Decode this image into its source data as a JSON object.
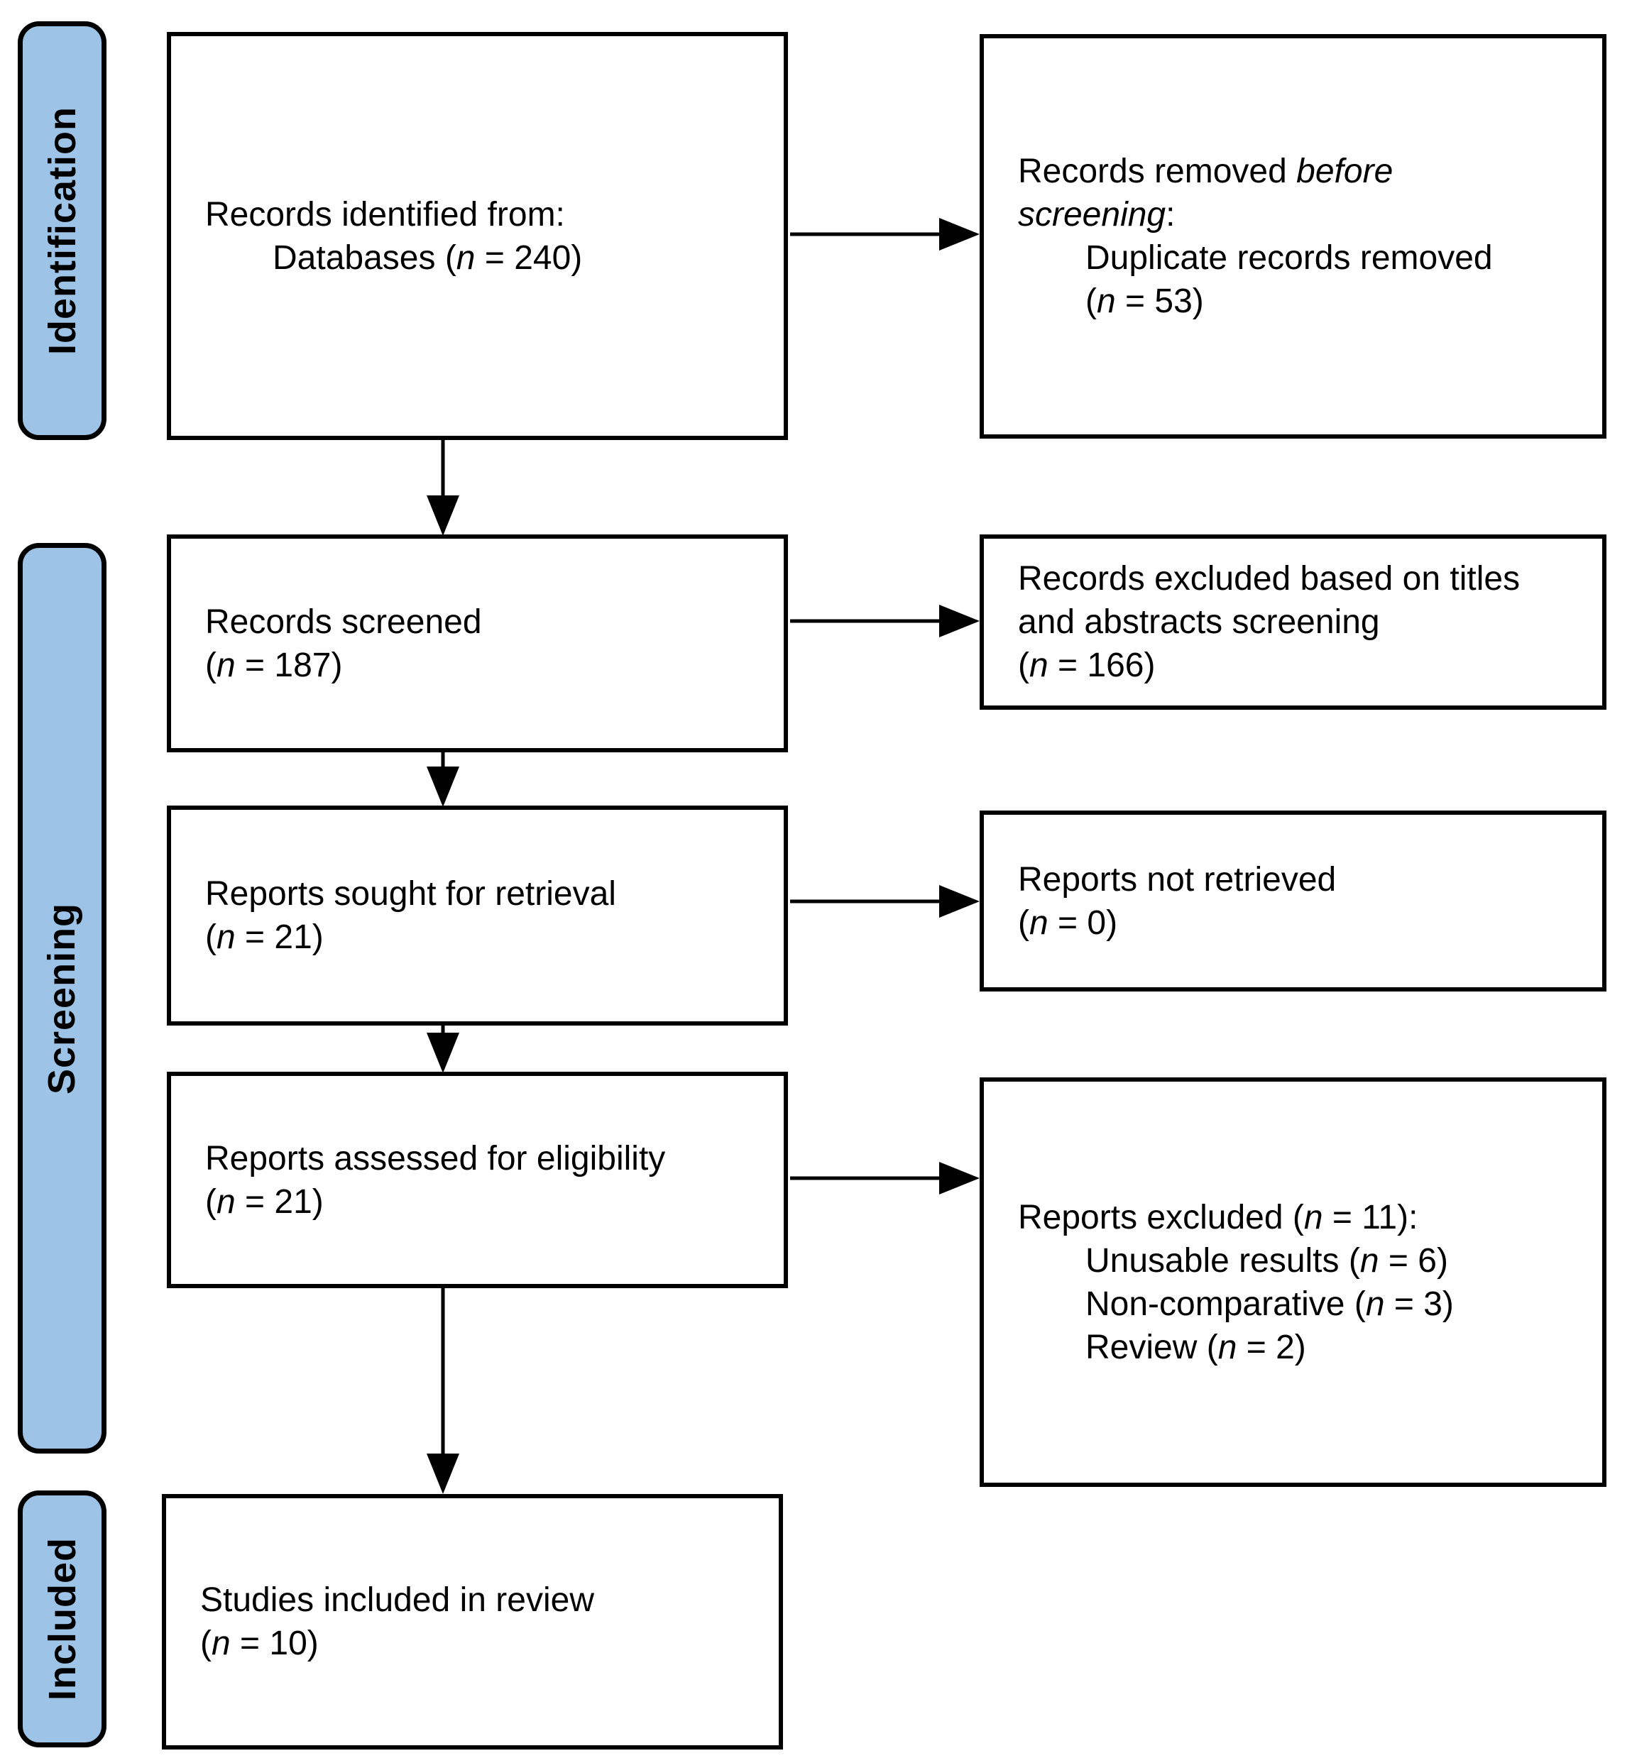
{
  "diagram": {
    "type": "prisma-flow",
    "colors": {
      "stage_fill": "#9DC3E6",
      "stage_border": "#000000",
      "box_border": "#000000",
      "box_fill": "#FFFFFF",
      "arrow": "#000000",
      "text": "#000000",
      "background": "#FFFFFF"
    },
    "stages": [
      {
        "id": "identification",
        "label": "Identification"
      },
      {
        "id": "screening",
        "label": "Screening"
      },
      {
        "id": "included",
        "label": "Included"
      }
    ],
    "boxes": {
      "records_identified": {
        "n": 240,
        "lines": [
          {
            "indent": 0,
            "segments": [
              {
                "text": "Records identified from:"
              }
            ]
          },
          {
            "indent": 1,
            "segments": [
              {
                "text": "Databases ("
              },
              {
                "text": "n",
                "italic": true
              },
              {
                "text": " = 240)"
              }
            ]
          }
        ]
      },
      "records_removed_before_screening": {
        "n": 53,
        "lines": [
          {
            "indent": 0,
            "segments": [
              {
                "text": "Records removed "
              },
              {
                "text": "before",
                "italic": true
              }
            ]
          },
          {
            "indent": 0,
            "segments": [
              {
                "text": "screening",
                "italic": true
              },
              {
                "text": ":"
              }
            ]
          },
          {
            "indent": 1,
            "segments": [
              {
                "text": "Duplicate records removed"
              }
            ]
          },
          {
            "indent": 1,
            "segments": [
              {
                "text": "("
              },
              {
                "text": "n",
                "italic": true
              },
              {
                "text": " = 53)"
              }
            ]
          }
        ]
      },
      "records_screened": {
        "n": 187,
        "lines": [
          {
            "indent": 0,
            "segments": [
              {
                "text": "Records screened"
              }
            ]
          },
          {
            "indent": 0,
            "segments": [
              {
                "text": "("
              },
              {
                "text": "n",
                "italic": true
              },
              {
                "text": " = 187)"
              }
            ]
          }
        ]
      },
      "records_excluded": {
        "n": 166,
        "lines": [
          {
            "indent": 0,
            "segments": [
              {
                "text": "Records excluded based on titles"
              }
            ]
          },
          {
            "indent": 0,
            "segments": [
              {
                "text": "and abstracts screening"
              }
            ]
          },
          {
            "indent": 0,
            "segments": [
              {
                "text": "("
              },
              {
                "text": "n",
                "italic": true
              },
              {
                "text": " = 166)"
              }
            ]
          }
        ]
      },
      "reports_sought": {
        "n": 21,
        "lines": [
          {
            "indent": 0,
            "segments": [
              {
                "text": "Reports sought for retrieval"
              }
            ]
          },
          {
            "indent": 0,
            "segments": [
              {
                "text": "("
              },
              {
                "text": "n",
                "italic": true
              },
              {
                "text": " = 21)"
              }
            ]
          }
        ]
      },
      "reports_not_retrieved": {
        "n": 0,
        "lines": [
          {
            "indent": 0,
            "segments": [
              {
                "text": "Reports not retrieved"
              }
            ]
          },
          {
            "indent": 0,
            "segments": [
              {
                "text": "("
              },
              {
                "text": "n",
                "italic": true
              },
              {
                "text": " = 0)"
              }
            ]
          }
        ]
      },
      "reports_assessed": {
        "n": 21,
        "lines": [
          {
            "indent": 0,
            "segments": [
              {
                "text": "Reports assessed for eligibility"
              }
            ]
          },
          {
            "indent": 0,
            "segments": [
              {
                "text": "("
              },
              {
                "text": "n",
                "italic": true
              },
              {
                "text": " = 21)"
              }
            ]
          }
        ]
      },
      "reports_excluded": {
        "n": 11,
        "lines": [
          {
            "indent": 0,
            "segments": [
              {
                "text": "Reports excluded ("
              },
              {
                "text": "n",
                "italic": true
              },
              {
                "text": " = 11):"
              }
            ]
          },
          {
            "indent": 1,
            "segments": [
              {
                "text": "Unusable results ("
              },
              {
                "text": "n",
                "italic": true
              },
              {
                "text": " = 6)"
              }
            ]
          },
          {
            "indent": 1,
            "segments": [
              {
                "text": "Non-comparative ("
              },
              {
                "text": "n",
                "italic": true
              },
              {
                "text": " = 3)"
              }
            ]
          },
          {
            "indent": 1,
            "segments": [
              {
                "text": "Review ("
              },
              {
                "text": "n",
                "italic": true
              },
              {
                "text": " = 2)"
              }
            ]
          }
        ]
      },
      "studies_included": {
        "n": 10,
        "lines": [
          {
            "indent": 0,
            "segments": [
              {
                "text": "Studies included in review"
              }
            ]
          },
          {
            "indent": 0,
            "segments": [
              {
                "text": "("
              },
              {
                "text": "n",
                "italic": true
              },
              {
                "text": " = 10)"
              }
            ]
          }
        ]
      }
    }
  }
}
